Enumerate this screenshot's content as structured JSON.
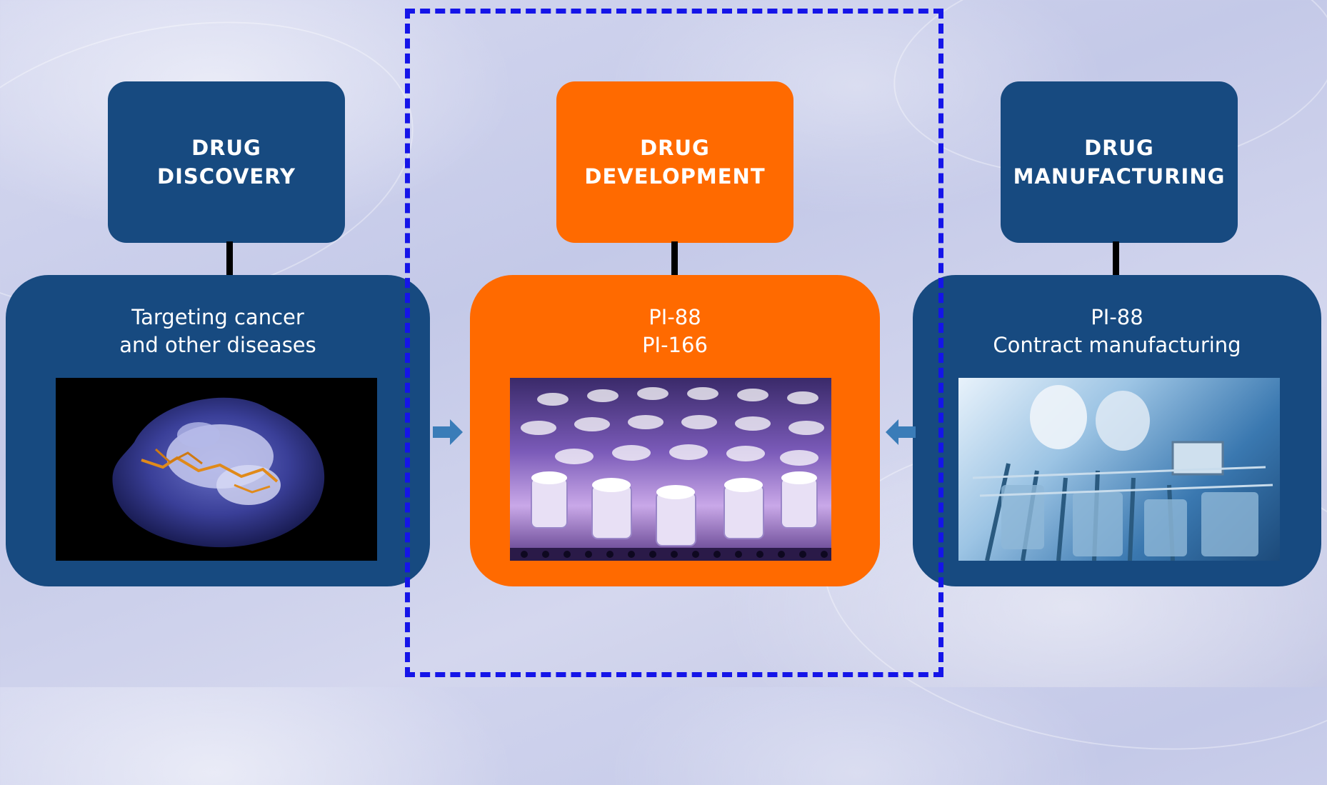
{
  "stages": [
    {
      "id": "discovery",
      "title_line1": "DRUG",
      "title_line2": "DISCOVERY",
      "desc_line1": "Targeting cancer",
      "desc_line2": "and other diseases",
      "image": "protein-structure-image",
      "color": "#174a80"
    },
    {
      "id": "development",
      "title_line1": "DRUG",
      "title_line2": "DEVELOPMENT",
      "desc_line1": "PI-88",
      "desc_line2": "PI-166",
      "image": "vials-image",
      "color": "#ff6a00"
    },
    {
      "id": "manufacturing",
      "title_line1": "DRUG",
      "title_line2": "MANUFACTURING",
      "desc_line1": "PI-88",
      "desc_line2": "Contract manufacturing",
      "image": "manufacturing-lab-image",
      "color": "#174a80"
    }
  ],
  "highlight_color": "#1515e8",
  "arrow_color": "#3a7cb8"
}
